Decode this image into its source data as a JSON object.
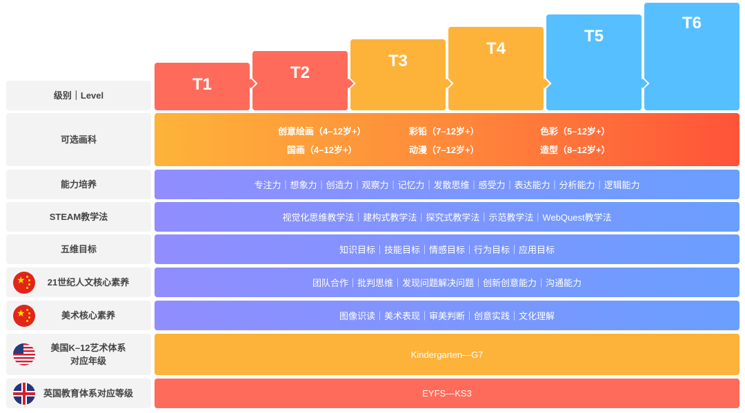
{
  "levels": [
    {
      "label": "T1",
      "color": "#ff6b5b"
    },
    {
      "label": "T2",
      "color": "#ff6b5b"
    },
    {
      "label": "T3",
      "color": "#fdb33a"
    },
    {
      "label": "T4",
      "color": "#fdb33a"
    },
    {
      "label": "T5",
      "color": "#56bfff"
    },
    {
      "label": "T6",
      "color": "#56bfff"
    }
  ],
  "rows": {
    "level": {
      "label": "级别｜Level"
    },
    "subjects": {
      "label": "可选画科",
      "items": [
        "创意绘画（4–12岁+）",
        "彩铅（7–12岁+）",
        "色彩（5–12岁+）",
        "国画（4–12岁+）",
        "动漫（7–12岁+）",
        "造型（8–12岁+）"
      ]
    },
    "ability": {
      "label": "能力培养",
      "value": "专注力｜想象力｜创造力｜观察力｜记忆力｜发散思维｜感受力｜表达能力｜分析能力｜逻辑能力"
    },
    "steam": {
      "label": "STEAM教学法",
      "value": "视觉化思维教学法｜建构式教学法｜探究式教学法｜示范教学法｜WebQuest教学法"
    },
    "goals": {
      "label": "五维目标",
      "value": "知识目标｜技能目标｜情感目标｜行为目标｜应用目标"
    },
    "c21": {
      "label": "21世纪人文核心素养",
      "value": "团队合作｜批判思维｜发现问题解决问题｜创新创意能力｜沟通能力"
    },
    "art": {
      "label": "美术核心素养",
      "value": "图像识读｜美术表现｜审美判断｜创意实践｜文化理解"
    },
    "us": {
      "label1": "美国K–12艺术体系",
      "label2": "对应年级",
      "value": "Kindergarten—G7"
    },
    "uk": {
      "label": "英国教育体系对应等级",
      "value": "EYFS—KS3"
    }
  }
}
